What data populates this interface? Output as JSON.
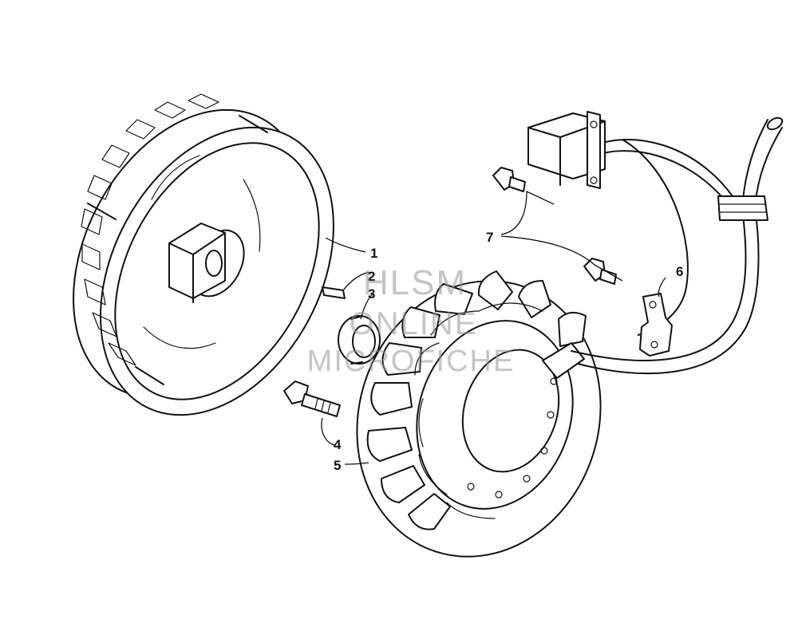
{
  "watermark": {
    "line1": "HLSM",
    "line2": "ONLINE",
    "line3": "MICROFICHE"
  },
  "callouts": [
    "1",
    "2",
    "3",
    "4",
    "5",
    "6",
    "7"
  ],
  "parts": [
    {
      "ref": "1",
      "name": "flywheel"
    },
    {
      "ref": "2",
      "name": "key"
    },
    {
      "ref": "3",
      "name": "washer"
    },
    {
      "ref": "4",
      "name": "bolt"
    },
    {
      "ref": "5",
      "name": "stator"
    },
    {
      "ref": "6",
      "name": "bracket"
    },
    {
      "ref": "7",
      "name": "screws"
    }
  ],
  "colors": {
    "line": "#111111",
    "watermark": "#969696",
    "background": "#ffffff"
  }
}
